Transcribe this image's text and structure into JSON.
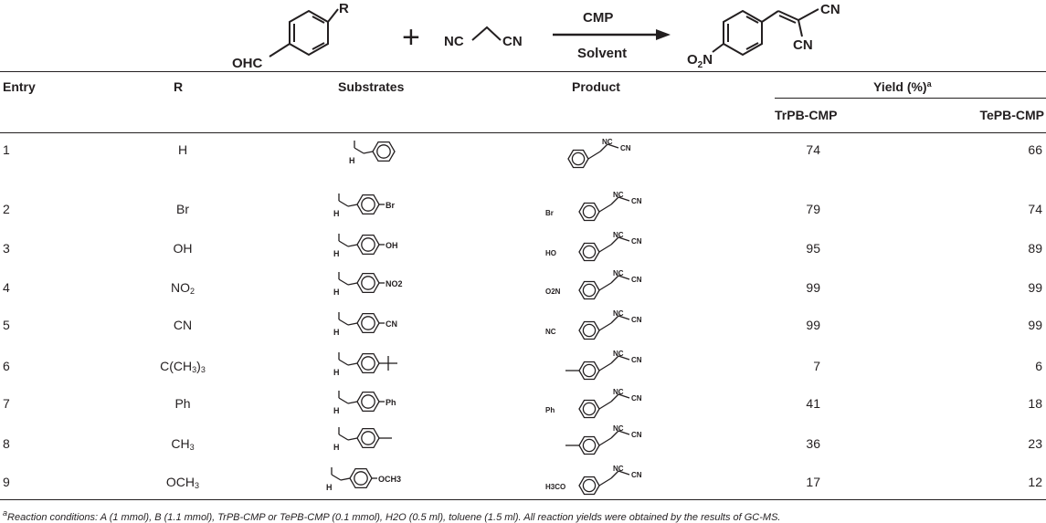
{
  "scheme": {
    "reactant_group": "OHC",
    "reactant_sub": "R",
    "plus": "+",
    "malononitrile_left": "NC",
    "malononitrile_right": "CN",
    "catalyst": "CMP",
    "solvent": "Solvent",
    "product_group": "O2N",
    "product_cn_top": "CN",
    "product_cn_bottom": "CN"
  },
  "table": {
    "headers": {
      "entry": "Entry",
      "r": "R",
      "substrates": "Substrates",
      "product": "Product",
      "yield": "Yield (%)",
      "yield_note": "a",
      "col_a": "TrPB-CMP",
      "col_b": "TePB-CMP"
    },
    "rows": [
      {
        "entry": "1",
        "r": "H",
        "sub_group": "",
        "prod_group": "",
        "trpb": "74",
        "tepb": "66"
      },
      {
        "entry": "2",
        "r": "Br",
        "sub_group": "Br",
        "prod_group": "Br",
        "trpb": "79",
        "tepb": "74"
      },
      {
        "entry": "3",
        "r": "OH",
        "sub_group": "OH",
        "prod_group": "HO",
        "trpb": "95",
        "tepb": "89"
      },
      {
        "entry": "4",
        "r": "NO2",
        "sub_group": "NO2",
        "prod_group": "O2N",
        "trpb": "99",
        "tepb": "99"
      },
      {
        "entry": "5",
        "r": "CN",
        "sub_group": "CN",
        "prod_group": "NC",
        "trpb": "99",
        "tepb": "99"
      },
      {
        "entry": "6",
        "r": "C(CH3)3",
        "sub_group": "",
        "prod_group": "",
        "trpb": "7",
        "tepb": "6"
      },
      {
        "entry": "7",
        "r": "Ph",
        "sub_group": "Ph",
        "prod_group": "Ph",
        "trpb": "41",
        "tepb": "18"
      },
      {
        "entry": "8",
        "r": "CH3",
        "sub_group": "",
        "prod_group": "",
        "trpb": "36",
        "tepb": "23"
      },
      {
        "entry": "9",
        "r": "OCH3",
        "sub_group": "OCH3",
        "prod_group": "H3CO",
        "trpb": "17",
        "tepb": "12"
      }
    ],
    "struct_labels": {
      "aldehyde_h": "H",
      "nc": "NC",
      "cn": "CN"
    }
  },
  "footnote": {
    "mark": "a",
    "text": "Reaction conditions: A (1 mmol), B (1.1 mmol), TrPB-CMP or TePB-CMP (0.1 mmol), H2O (0.5 ml), toluene (1.5 ml). All reaction yields were obtained by the results of GC-MS."
  }
}
